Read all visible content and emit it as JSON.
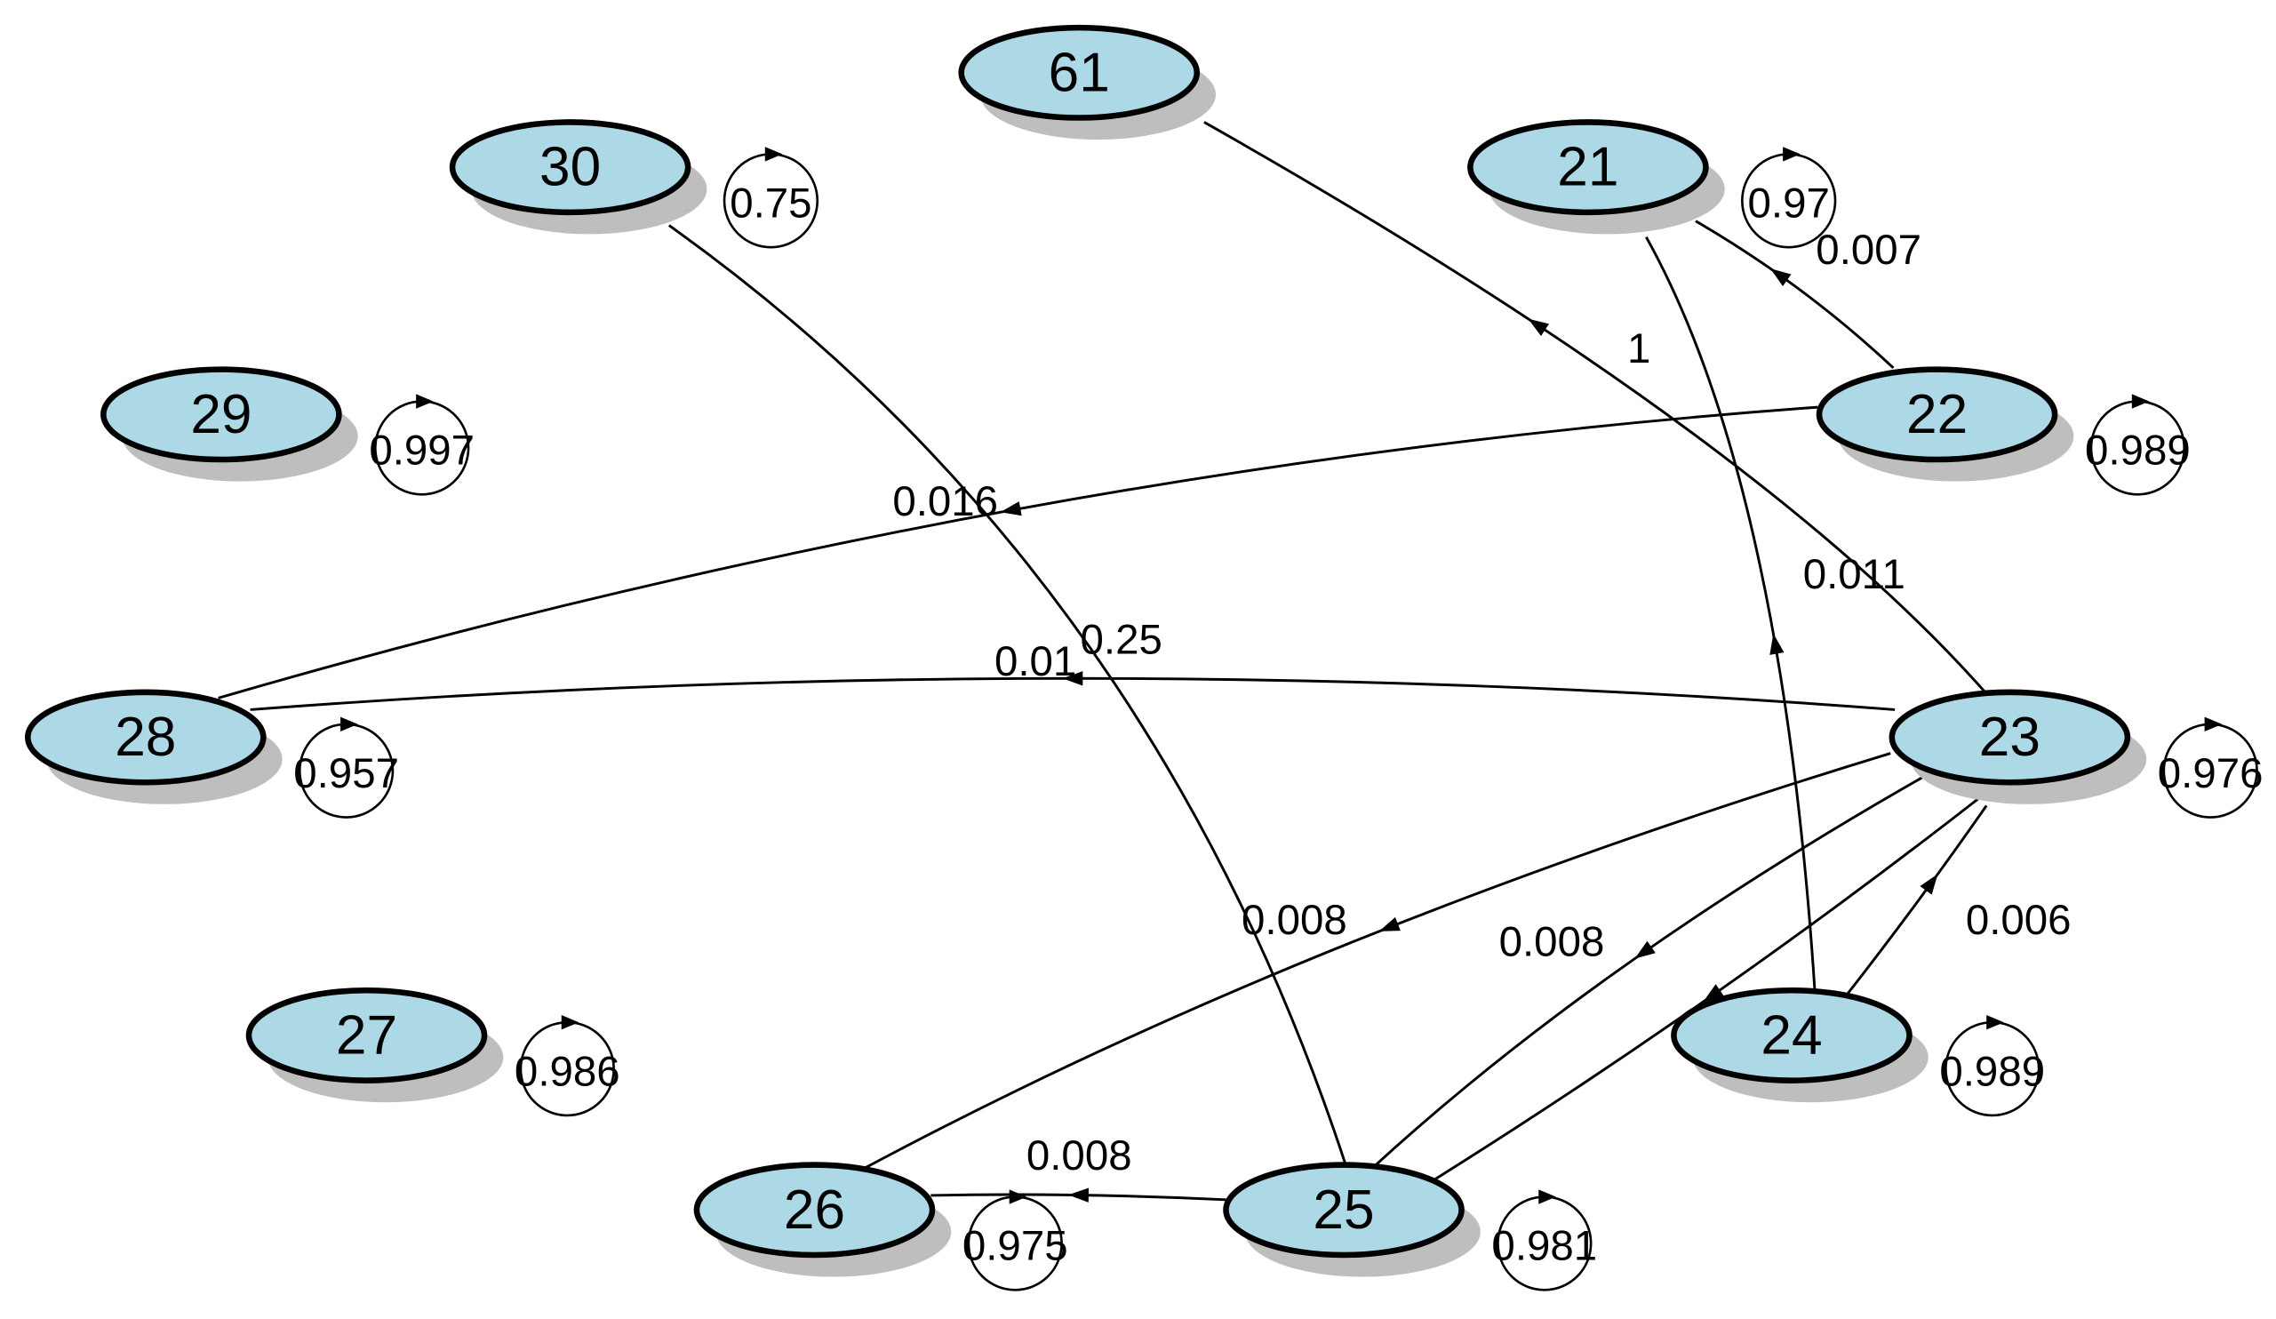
{
  "colors": {
    "background": "#FFFFFF",
    "node_fill": "#ADD8E6",
    "node_stroke": "#000000",
    "node_shadow": "#BEBEBE",
    "edge": "#000000"
  },
  "nodes": [
    {
      "label": "61"
    },
    {
      "label": "30",
      "self_loop": "0.75"
    },
    {
      "label": "21",
      "self_loop": "0.97"
    },
    {
      "label": "29",
      "self_loop": "0.997"
    },
    {
      "label": "22",
      "self_loop": "0.989"
    },
    {
      "label": "28",
      "self_loop": "0.957"
    },
    {
      "label": "23",
      "self_loop": "0.976"
    },
    {
      "label": "27",
      "self_loop": "0.986"
    },
    {
      "label": "24",
      "self_loop": "0.989"
    },
    {
      "label": "26",
      "self_loop": "0.975"
    },
    {
      "label": "25",
      "self_loop": "0.981"
    }
  ],
  "edges": [
    {
      "label": "1"
    },
    {
      "label": "0.25"
    },
    {
      "label": "0.011"
    },
    {
      "label": "0.007"
    },
    {
      "label": "0.016"
    },
    {
      "label": "0.01"
    },
    {
      "label": "0.008"
    },
    {
      "label": "0.008"
    },
    {},
    {
      "label": "0.006"
    },
    {
      "label": "0.008"
    }
  ]
}
